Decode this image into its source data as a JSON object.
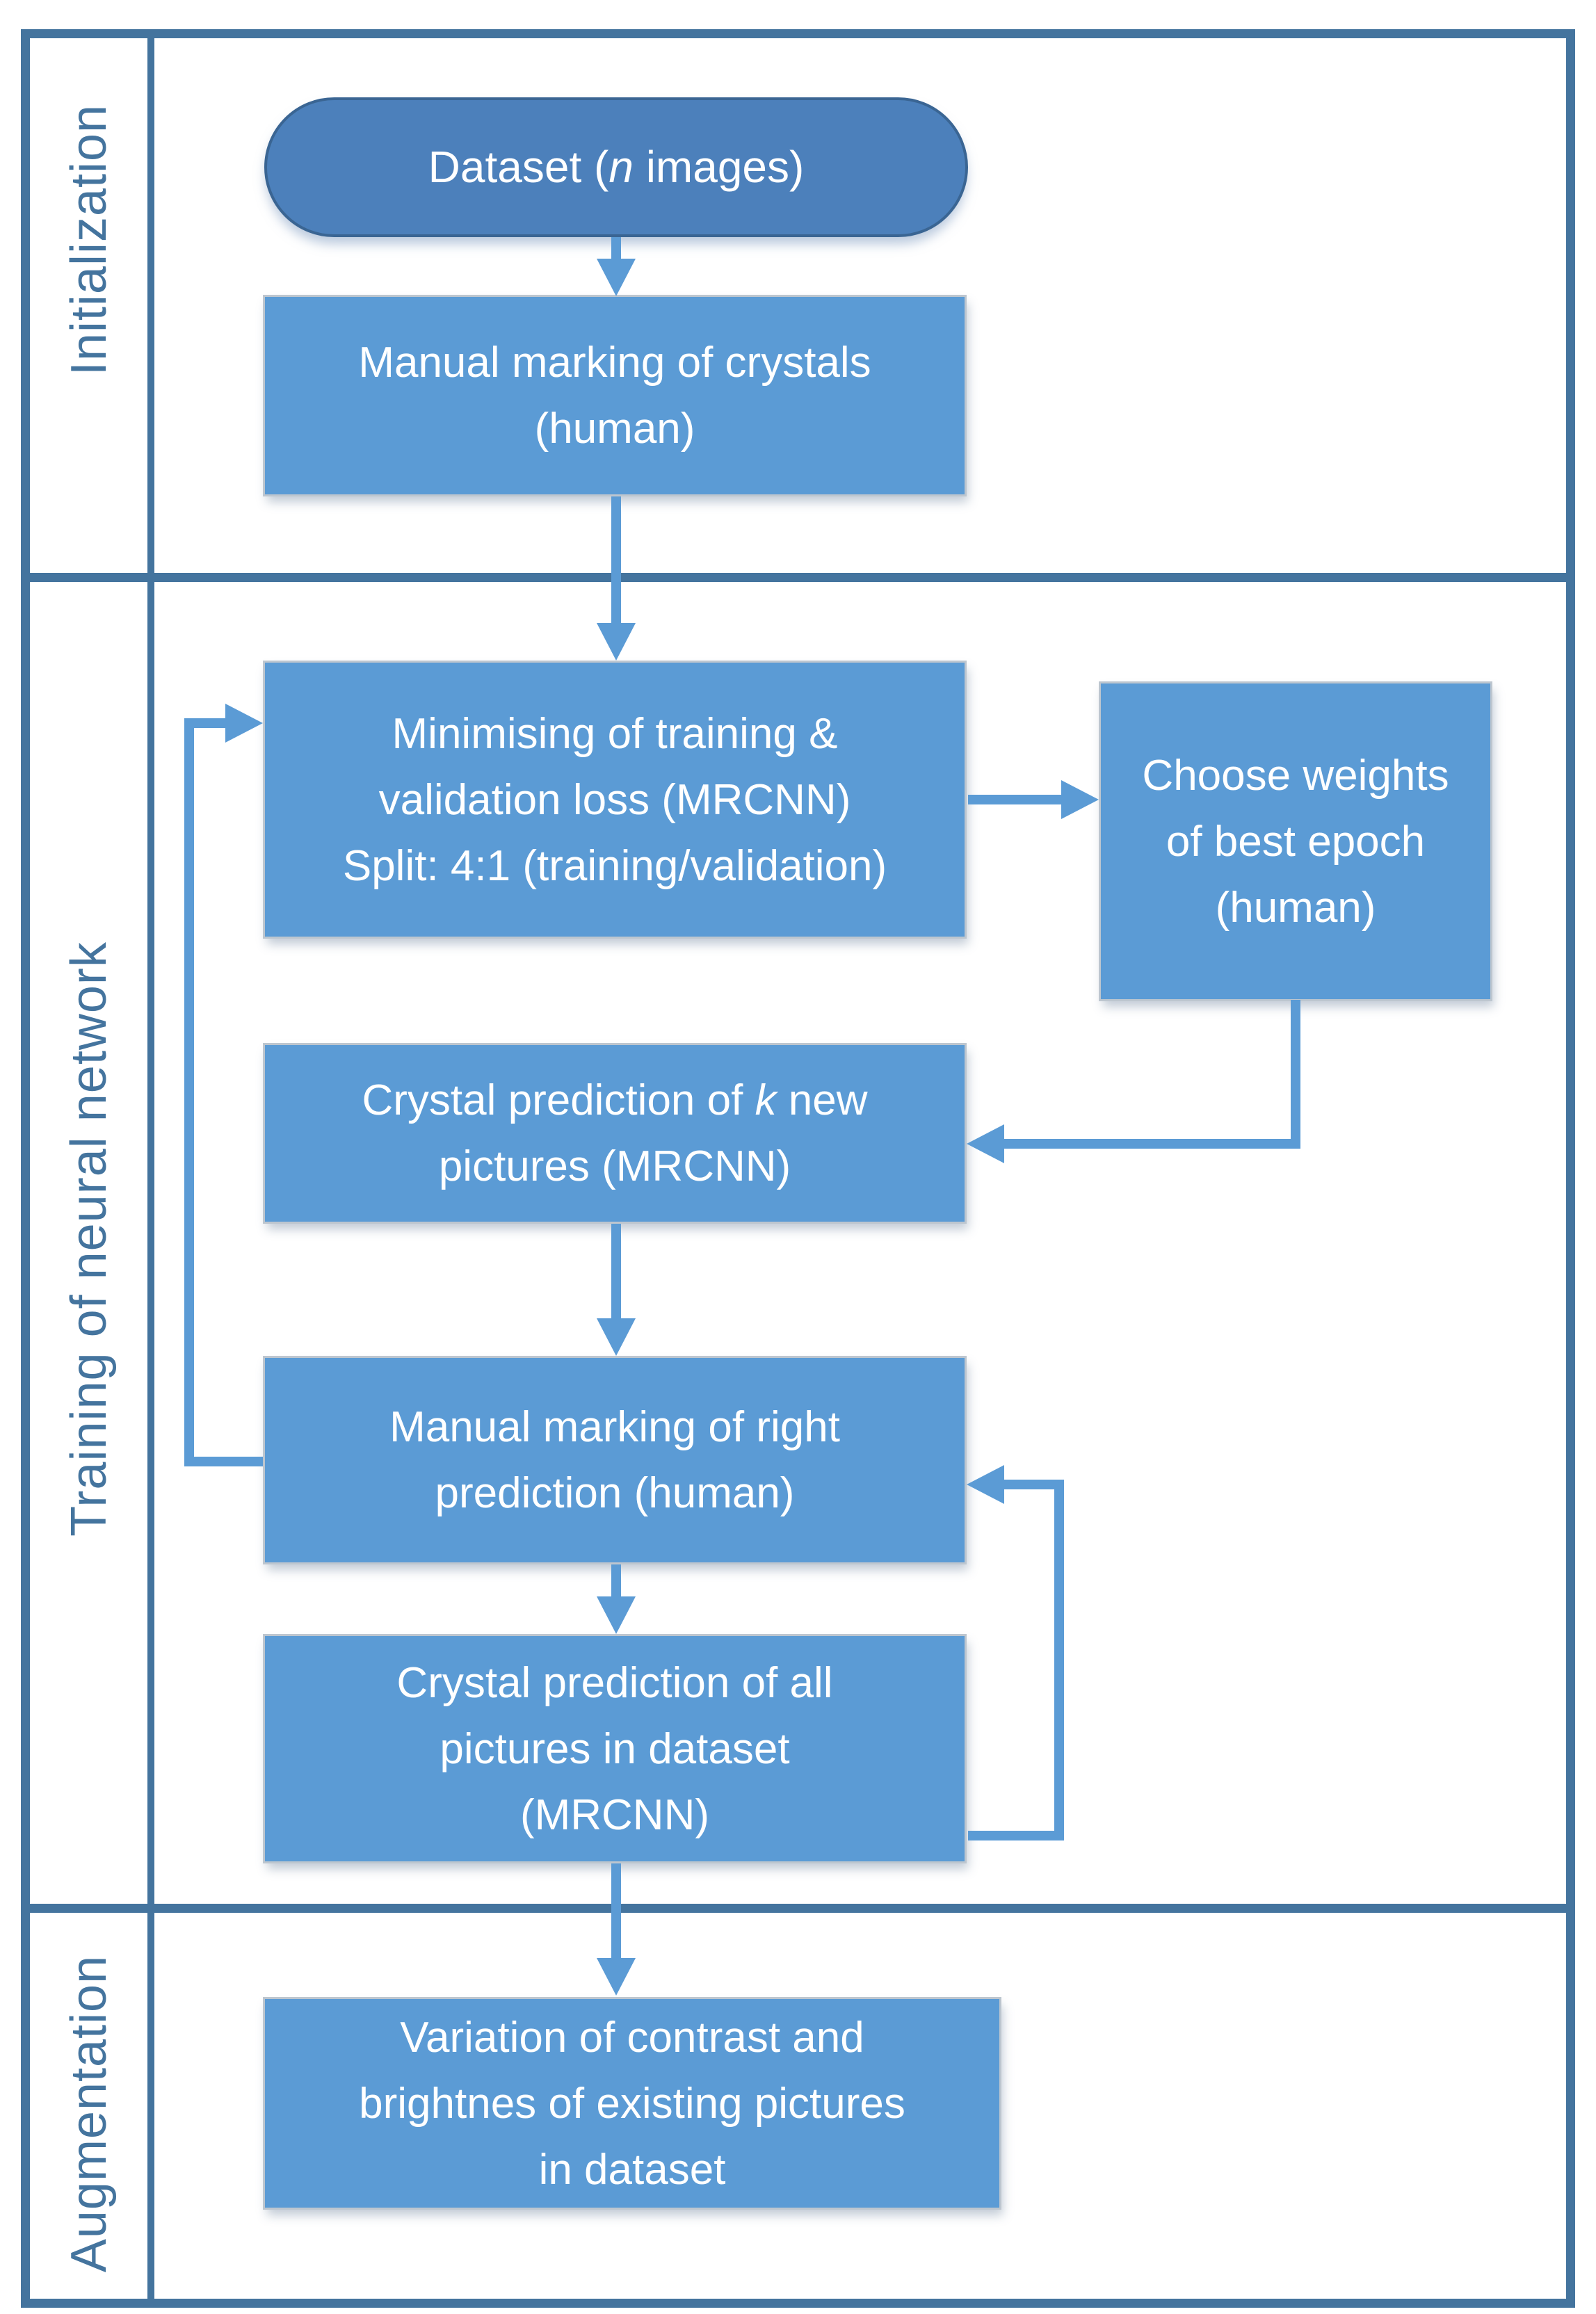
{
  "colors": {
    "frame": "#44749e",
    "box-fill": "#5b9bd5",
    "box-border": "#bdc6cf",
    "pill-fill": "#4c80bb",
    "pill-border": "#3a6593",
    "arrow": "#5b9bd5",
    "label-text": "#44749e",
    "box-text": "#ffffff",
    "page-bg": "#ffffff"
  },
  "sections": {
    "initialization": {
      "label": "Initialization"
    },
    "training": {
      "label": "Training of neural network"
    },
    "augmentation": {
      "label": "Augmentation"
    }
  },
  "nodes": {
    "dataset": {
      "pre": "Dataset (",
      "variable": "n",
      "post": " images)"
    },
    "manual_marking_crystals": {
      "line1": "Manual marking of crystals",
      "line2": "(human)"
    },
    "minimising_loss": {
      "line1": "Minimising of training &",
      "line2": "validation loss (MRCNN)",
      "line3": "Split: 4:1 (training/validation)"
    },
    "choose_weights": {
      "line1": "Choose weights",
      "line2": "of best epoch",
      "line3": "(human)"
    },
    "crystal_prediction_k": {
      "pre": "Crystal prediction of ",
      "variable": "k",
      "post": " new",
      "line2": "pictures (MRCNN)"
    },
    "manual_marking_right": {
      "line1": "Manual marking of right",
      "line2": "prediction (human)"
    },
    "crystal_prediction_all": {
      "line1": "Crystal prediction of all",
      "line2": "pictures in dataset",
      "line3": "(MRCNN)"
    },
    "variation_augment": {
      "line1": "Variation of contrast and",
      "line2": "brightnes of existing pictures",
      "line3": "in dataset"
    }
  }
}
